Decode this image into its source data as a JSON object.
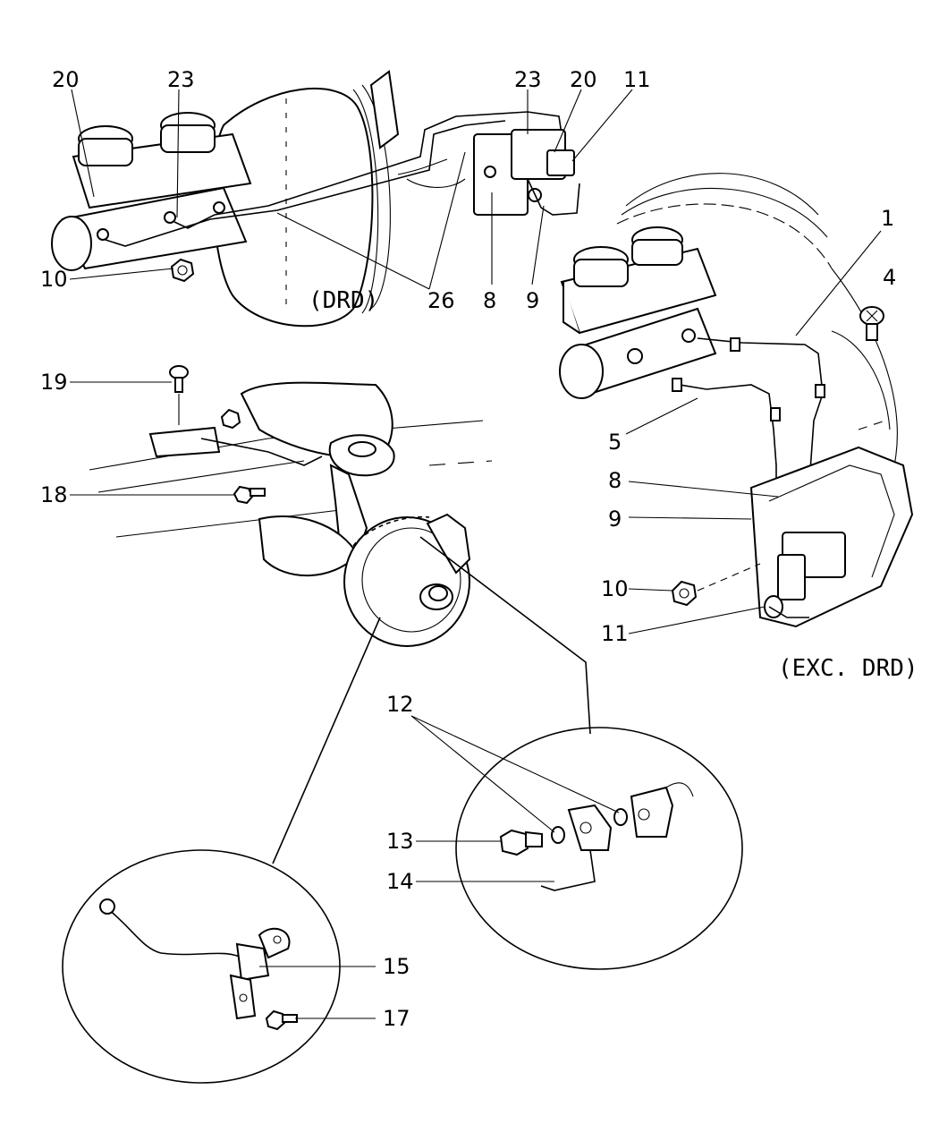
{
  "diagram": {
    "captions": {
      "drd": "(DRD)",
      "exc_drd": "(EXC. DRD)"
    },
    "callouts": {
      "c1": "1",
      "c4": "4",
      "c5": "5",
      "c8a": "8",
      "c8b": "8",
      "c9a": "9",
      "c9b": "9",
      "c10a": "10",
      "c10b": "10",
      "c11a": "11",
      "c11b": "11",
      "c12": "12",
      "c13": "13",
      "c14": "14",
      "c15": "15",
      "c17": "17",
      "c18": "18",
      "c19": "19",
      "c20a": "20",
      "c20b": "20",
      "c23a": "23",
      "c23b": "23",
      "c26": "26"
    }
  }
}
